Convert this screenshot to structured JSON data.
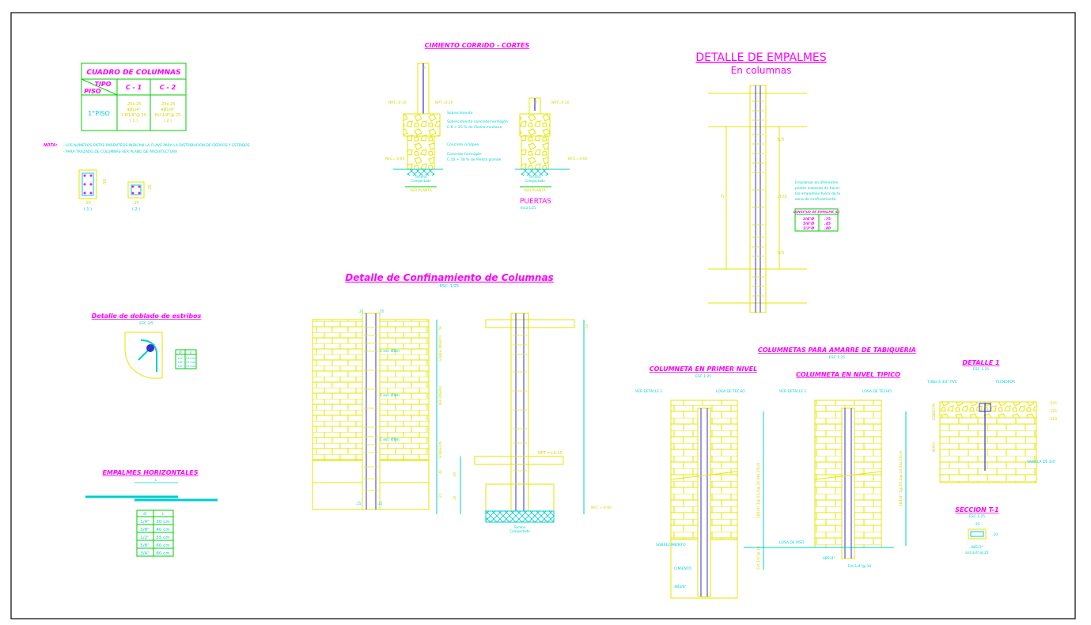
{
  "colors": {
    "magenta": "#ff00ff",
    "cyan": "#00cccc",
    "yellow": "#e6e600",
    "green": "#00cc00",
    "blue": "#3333cc",
    "frame": "#000000"
  },
  "cuadro": {
    "title": "CUADRO DE COLUMNAS",
    "tipo": "TIPO",
    "piso": "PISO",
    "c1": "C - 1",
    "c2": "C - 2",
    "row_label": "1°PISO",
    "c1_dims": ".25x.25",
    "c1_steel": "4Ø1/4\"",
    "c1_stirrups": "1 Ø1/4\"@.25",
    "c1_ref": "( 1 )",
    "c2_dims": ".25x.25",
    "c2_steel": "4Ø1/4\"",
    "c2_stirrups": "Est.1/4\"@.25",
    "c2_ref": "( 2 )"
  },
  "nota": {
    "label": "NOTA:",
    "line1": "- LOS NUMEROS ENTRE PARENTESIS INDICAN LA CLAVE PARA LA DISTRIBUCION DE FIERROS Y ESTRIBOS",
    "line2": "- PARA TRAZADO DE COLUMNAS VER PLANO DE ARQUITECTURA"
  },
  "sections": {
    "s1_dim_w": ".25",
    "s1_dim_h": ".50",
    "s1_ref": "( 1 )",
    "s2_dim_w": ".25",
    "s2_dim_h": ".25",
    "s2_ref": "( 2 )"
  },
  "cimiento": {
    "title": "CIMIENTO CORRIDO - CORTES",
    "dim_top": ".15",
    "dim_top2": ".15",
    "npt1": "NPT=0.10",
    "npt2": "NPT=0.10",
    "npt3": "NPT=0.10",
    "sobrecimiento": "Sobrecimiento",
    "sobrecimiento_detalle": "Sobrecimiento concreto-hormigón",
    "sobrecimiento_mezcla": "C:8 + 25 % de Piedra mediana",
    "concreto_ciclopeo": "Concreto ciclópeo",
    "concreto_detalle": "Concreto-hormigón",
    "concreto_mezcla": "C:10 + 30 % de Piedra grande",
    "nfc1": "NFC=-0.60",
    "nfc2": "NFC=-0.60",
    "terreno1": "Terreno",
    "terreno1b": "Compactado",
    "terreno2": "Terreno",
    "terreno2b": "Compactado",
    "ver_planta1": "VER PLANTA",
    "ver_planta2": "VER PLANTA",
    "puertas": "PUERTAS",
    "escala": "Esca.1/25"
  },
  "empalmes": {
    "title": "DETALLE DE EMPALMES",
    "subtitle": "En columnas",
    "h3_top": "h/3",
    "h3_bottom": "h/3",
    "h": "h",
    "len": "2h/3",
    "nota1": "Empalmar en diferentes",
    "nota2": "partes tratando de hacer",
    "nota3": "los empalmes fuera de la",
    "nota4": "zona de confinamiento",
    "tabla_header": "LONGITUD DE EMPALME (L)",
    "r1a": "3/4\"Ø",
    "r1b": ".75",
    "r2a": "5/8\"Ø",
    "r2b": ".45",
    "r3a": "1/2\"Ø",
    "r3b": ".40"
  },
  "confinamiento": {
    "title": "Detalle de Confinamiento de Columnas",
    "escala": "ESC. 1/25",
    "est1": "1 est. Ø8m.",
    "est2": "1 est. Ø8m.",
    "est3": "1 est. Ø8m.",
    "sobrecim": "SOBRECIMIENTO",
    "ver_diseno": "VER DISEÑO",
    "sobrecim2": "SOBRECIM.",
    "d1": ".50",
    "d2": ".40",
    "d3": ".25",
    "d4": ".10",
    "d5": ".40",
    "d6": ".10",
    "npt": "NPT =+0.15",
    "nfc": "NFC =-0.60",
    "terreno": "Terreno",
    "terreno2": "Compactado",
    "ref_a": ".25",
    "ref_b": ".25",
    "ref_c": ".25",
    "ref_d": ".25"
  },
  "doblado": {
    "title": "Detalle de doblado de estribos",
    "escala": "ESC 3/5",
    "h1": "Ø",
    "h2": "d",
    "r1a": "1/4\"",
    "r1b": "13 mm",
    "r2a": "3/8\"",
    "r2b": "19 mm",
    "r3a": "1/2\"",
    "r3b": "25 mm"
  },
  "horizontales": {
    "title": "EMPALMES HORIZONTALES",
    "dim": "L",
    "h1": "Ø",
    "h2": "L",
    "rows": [
      [
        "1/4\"",
        "30 cm"
      ],
      [
        "3/8\"",
        "40 cm"
      ],
      [
        "1/2\"",
        "55 cm"
      ],
      [
        "5/8\"",
        "60 cm"
      ],
      [
        "3/4\"",
        "80 cm"
      ]
    ]
  },
  "columnetas": {
    "title": "COLUMNETAS PARA AMARRE DE TABIQUERIA",
    "escala": "ESC 1:25",
    "primer_nivel": "COLUMNETA EN PRIMER NIVEL",
    "primer_escala": "ESC 1:25",
    "nivel_tipico": "COLUMNETA EN NIVEL TIPICO",
    "ver_detalle1": "VER DETALLE 1",
    "ver_detalle2": "VER DETALLE 1",
    "losa_techo1": "LOSA DE TECHO",
    "losa_techo2": "LOSA DE TECHO",
    "losa_piso": "LOSA DE PISO",
    "sobrecimiento": "SOBRECIMIENTO",
    "cimiento": "CIMIENTO",
    "dim1": "2Ø1/4\" 1@.05,4@.10,Rto.25c/e",
    "dim2": "2Ø1/4\" 1@.05,4@.10,Rto.25c/e",
    "anclaje1": "4Ø3/8\"",
    "anclaje2": "4Ø1/4\"",
    "dim_low": "Est.1/4\"@.10",
    "anc_low": "Est.1/4\"@.10"
  },
  "detalle1": {
    "title": "DETALLE 1",
    "escala": "ESC 1:25",
    "label1": "TUBO 4 3/4\" PVC",
    "label2": "TECNOPOR",
    "label3": "VARILLA DE 3/4\"",
    "dim1": ".025",
    "dim2": ".125",
    "dim3": ".010",
    "side1": "SOBRECIM.",
    "side2": "MURO"
  },
  "seccion": {
    "title": "SECCION T-1",
    "escala": "ESC 1:25",
    "dim": ".25",
    "dim2": ".10",
    "label1": "4Ø1/2\"",
    "label2": "Est.1/4\"@.25"
  }
}
